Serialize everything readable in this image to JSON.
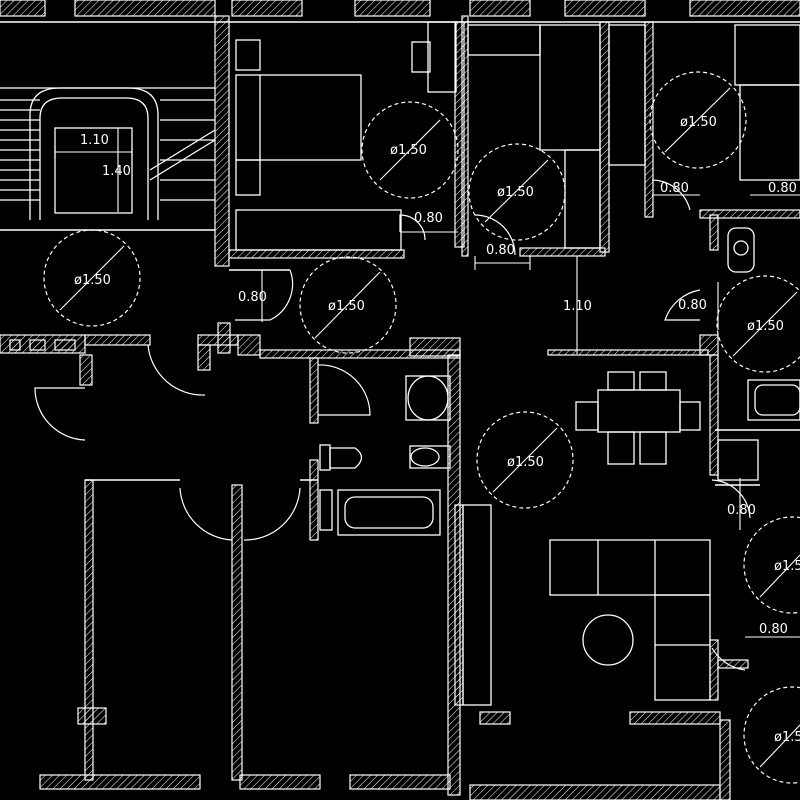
{
  "turning_circles": [
    {
      "id": "bedroom-1",
      "label": "ø1.50"
    },
    {
      "id": "bedroom-2",
      "label": "ø1.50"
    },
    {
      "id": "bedroom-3",
      "label": "ø1.50"
    },
    {
      "id": "hall-left",
      "label": "ø1.50"
    },
    {
      "id": "corridor",
      "label": "ø1.50"
    },
    {
      "id": "bath-right",
      "label": "ø1.50"
    },
    {
      "id": "living",
      "label": "ø1.50"
    },
    {
      "id": "right-mid",
      "label": "ø1.5"
    },
    {
      "id": "right-bottom",
      "label": "ø1.5"
    }
  ],
  "dimensions": [
    {
      "id": "stair-width",
      "label": "1.10"
    },
    {
      "id": "stair-depth",
      "label": "1.40"
    },
    {
      "id": "door-bedroom-1",
      "label": "0.80"
    },
    {
      "id": "door-bedroom-2",
      "label": "0.80"
    },
    {
      "id": "door-bedroom-3",
      "label": "0.80"
    },
    {
      "id": "door-top-right",
      "label": "0.80"
    },
    {
      "id": "door-hall",
      "label": "0.80"
    },
    {
      "id": "door-bath-right",
      "label": "0.80"
    },
    {
      "id": "corridor-width",
      "label": "1.10"
    },
    {
      "id": "door-right-mid",
      "label": "0.80"
    },
    {
      "id": "door-right-low",
      "label": "0.80"
    }
  ]
}
